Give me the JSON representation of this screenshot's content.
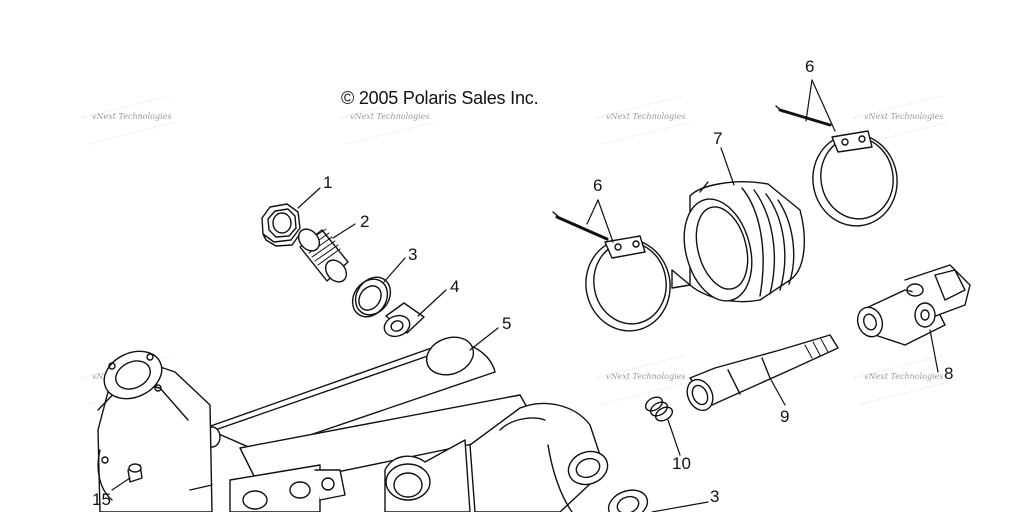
{
  "diagram": {
    "copyright": "© 2005 Polaris Sales Inc.",
    "watermark_text": "vNext Technologies",
    "callouts": {
      "c1": "1",
      "c2": "2",
      "c3a": "3",
      "c4": "4",
      "c5": "5",
      "c6a": "6",
      "c6b": "6",
      "c7": "7",
      "c8": "8",
      "c9": "9",
      "c10": "10",
      "c3b": "3",
      "c15": "15"
    },
    "colors": {
      "line": "#111111",
      "watermark": "#9a9a9a"
    }
  }
}
